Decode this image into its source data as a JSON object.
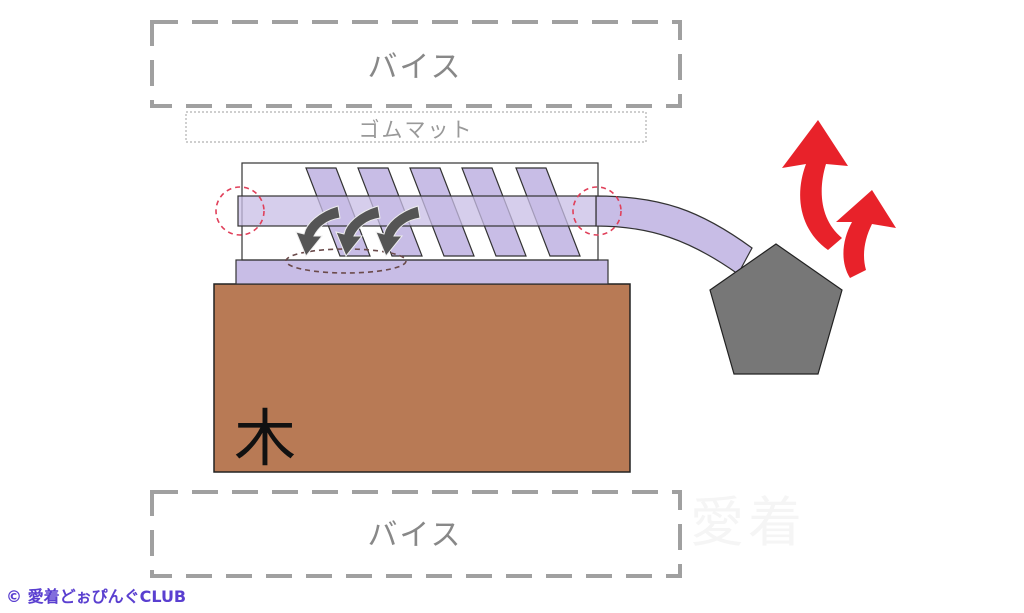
{
  "labels": {
    "vise_top": "バイス",
    "vise_bottom": "バイス",
    "rubber_mat": "ゴムマット",
    "wood": "木"
  },
  "credit": "© 愛着どぉぴんぐCLUB",
  "watermark": "愛着",
  "colors": {
    "wood": "#b87a55",
    "wire": "#c8bde6",
    "arrow_red": "#e8222a",
    "arrow_dark": "#555555",
    "tool": "#777777",
    "vise_outline": "#a0a0a0",
    "highlight_circle": "#e0405a",
    "credit": "#5a3fd0"
  },
  "icons": {
    "pressure_arrows": "curved-arrow-icon",
    "spring_back_arrows": "curved-arrow-up-icon",
    "tool": "pentagon-icon"
  }
}
